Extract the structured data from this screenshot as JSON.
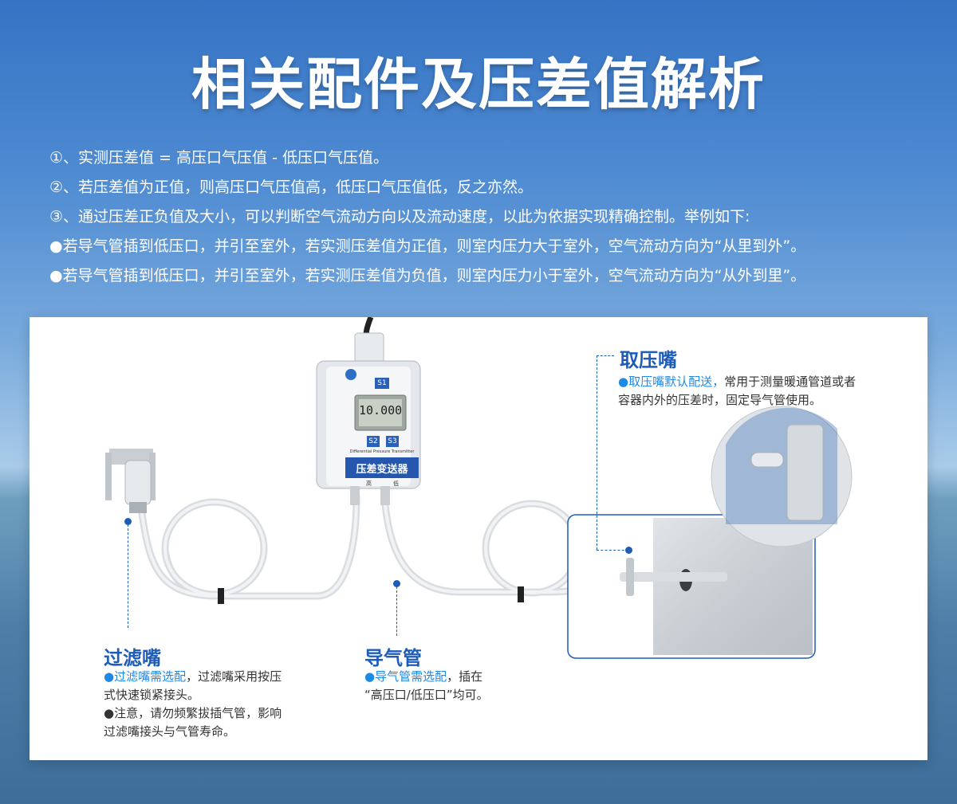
{
  "title": "相关配件及压差值解析",
  "notes": [
    "①、实测压差值 = 高压口气压值 - 低压口气压值。",
    "②、若压差值为正值，则高压口气压值高，低压口气压值低，反之亦然。",
    "③、通过压差正负值及大小，可以判断空气流动方向以及流动速度，以此为依据实现精确控制。举例如下:",
    "●若导气管插到低压口，并引至室外，若实测压差值为正值，则室内压力大于室外，空气流动方向为“从里到外”。",
    "●若导气管插到低压口，并引至室外，若实测压差值为负值，则室内压力小于室外，空气流动方向为“从外到里”。"
  ],
  "device": {
    "display_value": "10.000",
    "btn_s1": "S1",
    "btn_s2": "S2",
    "btn_s3": "S3",
    "subtitle": "Differential Pressure Transmitter",
    "label": "压差变送器",
    "port_high": "高",
    "port_low": "低"
  },
  "filter": {
    "title": "过滤嘴",
    "line1_hl": "●过滤嘴需选配",
    "line1_rest": "，过滤嘴采用按压",
    "line2": "式快速锁紧接头。",
    "line3": "●注意，请勿频繁拔插气管，影响",
    "line4": "过滤嘴接头与气管寿命。"
  },
  "tube": {
    "title": "导气管",
    "line1_hl": "●导气管需选配",
    "line1_rest": "，插在",
    "line2": "“高压口/低压口”均可。"
  },
  "nozzle": {
    "title": "取压嘴",
    "line1_hl": "●取压嘴默认配送，",
    "line1_rest": "常用于测量暖通管道或者",
    "line2": "容器内外的压差时，固定导气管使用。"
  }
}
